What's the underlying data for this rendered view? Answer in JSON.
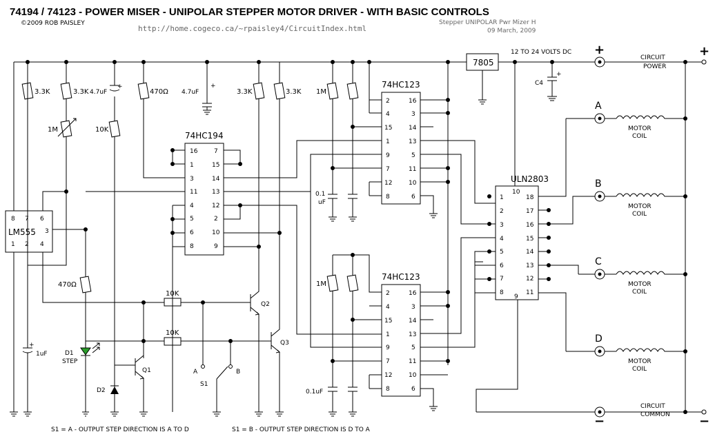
{
  "header": {
    "title": "74194 / 74123 - POWER MISER - UNIPOLAR STEPPER MOTOR DRIVER  -  WITH BASIC CONTROLS",
    "copyright": "©2009 ROB PAISLEY",
    "url": "http://home.cogeco.ca/~rpaisley4/CircuitIndex.html",
    "file_name": "Stepper UNIPOLAR Pwr Mizer H",
    "date": "09 March, 2009"
  },
  "chips": {
    "lm555": {
      "name": "LM555",
      "top_pins": [
        "8",
        "7",
        "6"
      ],
      "bottom_pins": [
        "1",
        "2",
        "4"
      ],
      "right_pin": "3"
    },
    "hc194": {
      "name": "74HC194",
      "left_pins": [
        "16",
        "1",
        "3",
        "11",
        "4",
        "5",
        "6",
        "8"
      ],
      "right_pins": [
        "7",
        "15",
        "14",
        "13",
        "12",
        "2",
        "10",
        "9"
      ]
    },
    "hc123_top": {
      "name": "74HC123",
      "left_pins": [
        "2",
        "4",
        "15",
        "1",
        "9",
        "7",
        "12",
        "8"
      ],
      "right_pins": [
        "16",
        "3",
        "14",
        "13",
        "5",
        "11",
        "10",
        "6"
      ]
    },
    "hc123_bot": {
      "name": "74HC123",
      "left_pins": [
        "2",
        "4",
        "15",
        "1",
        "9",
        "7",
        "12",
        "8"
      ],
      "right_pins": [
        "16",
        "3",
        "14",
        "13",
        "5",
        "11",
        "10",
        "6"
      ]
    },
    "uln2803": {
      "name": "ULN2803",
      "left_pins": [
        "1",
        "2",
        "3",
        "4",
        "5",
        "6",
        "7",
        "8"
      ],
      "right_pins": [
        "18",
        "17",
        "16",
        "15",
        "14",
        "13",
        "12",
        "11"
      ],
      "top_pin": "10",
      "bottom_pin": "9"
    },
    "regulator": {
      "name": "7805"
    }
  },
  "components": {
    "r1": "3.3K",
    "r2": "3.3K",
    "c_timing": "4.7uF",
    "r_470a": "470Ω",
    "c_47": "4.7uF",
    "r3": "3.3K",
    "r4": "3.3K",
    "pot": "1M",
    "r_10k": "10K",
    "r_470b": "470Ω",
    "c_1uf": "1uF",
    "led_name": "D1",
    "led_label": "STEP",
    "diode": "D2",
    "q1": "Q1",
    "q2": "Q2",
    "q3": "Q3",
    "r_base1": "10K",
    "r_base2": "10K",
    "switch": "S1",
    "sw_a": "A",
    "sw_b": "B",
    "r_1m_top": "1M",
    "r_1m_bot": "1M",
    "c_01_top_a": "0.1",
    "c_01_top_b": "uF",
    "c_01_bot": "0.1uF",
    "c4": "C4"
  },
  "power": {
    "supply": "12 TO 24 VOLTS DC",
    "plus": "+",
    "minus": "−",
    "circuit_power_a": "CIRCUIT",
    "circuit_power_b": "POWER",
    "circuit_common_a": "CIRCUIT",
    "circuit_common_b": "COMMON"
  },
  "motor": {
    "phases": [
      "A",
      "B",
      "C",
      "D"
    ],
    "coil_a": "MOTOR",
    "coil_b": "COIL"
  },
  "notes": {
    "note1": "S1 = A - OUTPUT  STEP  DIRECTION  IS  A TO  D",
    "note2": "S1 = B - OUTPUT  STEP  DIRECTION  IS  D TO  A"
  }
}
